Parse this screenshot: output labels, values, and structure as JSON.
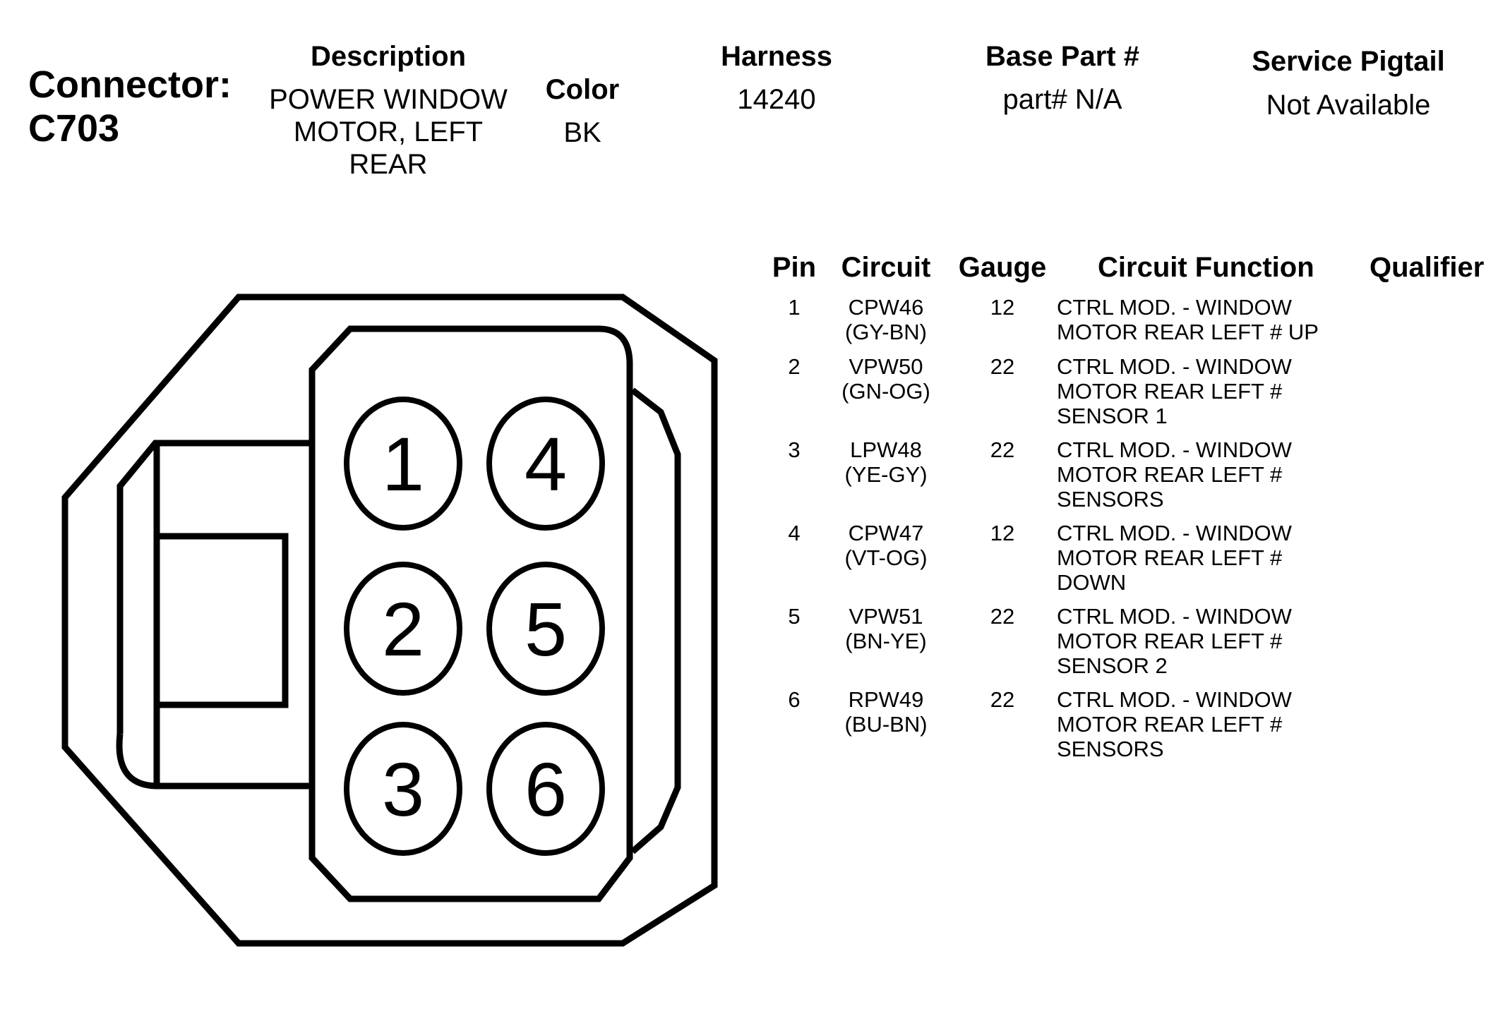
{
  "header": {
    "connector_label": "Connector:",
    "connector_id": "C703",
    "description_label": "Description",
    "description_lines": [
      "POWER WINDOW",
      "MOTOR, LEFT",
      "REAR"
    ],
    "color_label": "Color",
    "color_value": "BK",
    "harness_label": "Harness",
    "harness_value": "14240",
    "base_part_label": "Base Part #",
    "base_part_value": "part# N/A",
    "service_pigtail_label": "Service Pigtail",
    "service_pigtail_value": "Not Available"
  },
  "table": {
    "headers": {
      "pin": "Pin",
      "circuit": "Circuit",
      "gauge": "Gauge",
      "function": "Circuit Function",
      "qualifier": "Qualifier"
    },
    "rows": [
      {
        "pin": "1",
        "circuit": "CPW46",
        "wire": "(GY-BN)",
        "gauge": "12",
        "function": [
          "CTRL MOD. - WINDOW",
          "MOTOR REAR LEFT # UP"
        ]
      },
      {
        "pin": "2",
        "circuit": "VPW50",
        "wire": "(GN-OG)",
        "gauge": "22",
        "function": [
          "CTRL MOD. - WINDOW",
          "MOTOR REAR LEFT #",
          "SENSOR 1"
        ]
      },
      {
        "pin": "3",
        "circuit": "LPW48",
        "wire": "(YE-GY)",
        "gauge": "22",
        "function": [
          "CTRL MOD. - WINDOW",
          "MOTOR REAR LEFT #",
          "SENSORS"
        ]
      },
      {
        "pin": "4",
        "circuit": "CPW47",
        "wire": "(VT-OG)",
        "gauge": "12",
        "function": [
          "CTRL MOD. - WINDOW",
          "MOTOR REAR LEFT #",
          "DOWN"
        ]
      },
      {
        "pin": "5",
        "circuit": "VPW51",
        "wire": "(BN-YE)",
        "gauge": "22",
        "function": [
          "CTRL MOD. - WINDOW",
          "MOTOR REAR LEFT #",
          "SENSOR 2"
        ]
      },
      {
        "pin": "6",
        "circuit": "RPW49",
        "wire": "(BU-BN)",
        "gauge": "22",
        "function": [
          "CTRL MOD. - WINDOW",
          "MOTOR REAR LEFT #",
          "SENSORS"
        ]
      }
    ]
  },
  "connector_pins": [
    "1",
    "2",
    "3",
    "4",
    "5",
    "6"
  ]
}
